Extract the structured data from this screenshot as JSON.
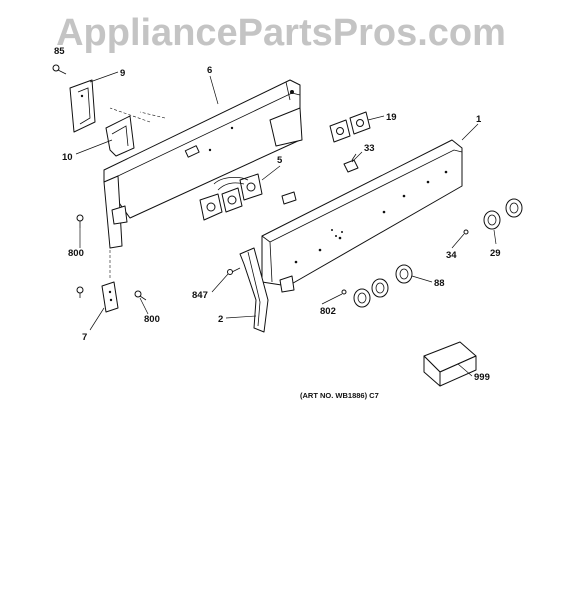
{
  "watermark": "AppliancePartsPros.com",
  "art_number": "(ART NO. WB1886) C7",
  "callouts": {
    "c85": "85",
    "c9": "9",
    "c6": "6",
    "c10": "10",
    "c19": "19",
    "c1": "1",
    "c5": "5",
    "c33": "33",
    "c800a": "800",
    "c34": "34",
    "c29": "29",
    "c847": "847",
    "c88": "88",
    "c800b": "800",
    "c2": "2",
    "c802": "802",
    "c7": "7",
    "c999": "999"
  }
}
